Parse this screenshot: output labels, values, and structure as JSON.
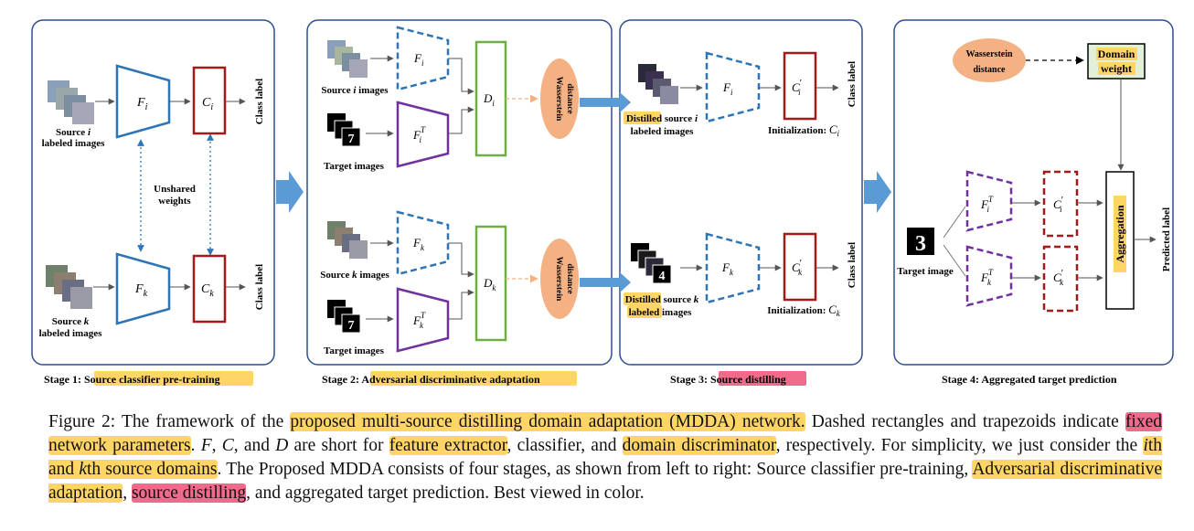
{
  "colors": {
    "extractor_blue": "#2e75b6",
    "classifier_red": "#a31a1a",
    "target_purple": "#7030a0",
    "discriminator_green": "#70ad47",
    "wasserstein_orange": "#f4b183",
    "arrow_blue": "#5b9bd5",
    "highlight_yellow": "#ffd666",
    "highlight_pink": "#f06a8c",
    "domain_weight_fill": "#e2efd9"
  },
  "stage1": {
    "caption_prefix": "Stage 1: ",
    "caption_hl": "Source classifier pre-training",
    "src_i_line1": "Source ",
    "src_i_var": "i",
    "src_i_line2": "labeled images",
    "src_k_line1": "Source ",
    "src_k_var": "k",
    "src_k_line2": "labeled images",
    "unshared_line1": "Unshared",
    "unshared_line2": "weights",
    "class_label": "Class label",
    "F_i": "F",
    "F_i_sub": "i",
    "C_i": "C",
    "C_i_sub": "i",
    "F_k": "F",
    "F_k_sub": "k",
    "C_k": "C",
    "C_k_sub": "k"
  },
  "stage2": {
    "caption_prefix": "Stage 2: ",
    "caption_hl": "Adversarial discriminative adaptation",
    "src_i_images": "Source ",
    "src_i_var": "i",
    "src_i_tail": " images",
    "src_k_images": "Source ",
    "src_k_var": "k",
    "src_k_tail": " images",
    "target_images_1": "Target images",
    "target_images_2": "Target images",
    "wasserstein_1a": "Wasserstein",
    "wasserstein_1b": "distance",
    "wasserstein_2a": "Wasserstein",
    "wasserstein_2b": "distance",
    "D_i": "D",
    "D_i_sub": "i",
    "D_k": "D",
    "D_k_sub": "k",
    "FiT": "F",
    "FiT_sub": "i",
    "FiT_sup": "T",
    "FkT": "F",
    "FkT_sub": "k",
    "FkT_sup": "T",
    "F_i": "F",
    "F_i_sub": "i",
    "F_k": "F",
    "F_k_sub": "k"
  },
  "stage3": {
    "caption_prefix": "Stage 3: ",
    "caption_hl": "Source distilling",
    "distilled_i_hl": "Distilled",
    "distilled_i_rest": " source ",
    "distilled_i_var": "i",
    "distilled_i_line2": "labeled images",
    "distilled_k_hl": "Distilled",
    "distilled_k_rest": " source ",
    "distilled_k_var": "k",
    "distilled_k_line2_hl": "labeled",
    "distilled_k_line2_rest": " images",
    "init_i": "Initialization: ",
    "init_i_C": "C",
    "init_i_sub": "i",
    "init_k": "Initialization: ",
    "init_k_C": "C",
    "init_k_sub": "k",
    "class_label": "Class label",
    "Ci_prime": "C",
    "Ci_prime_sub": "i",
    "Ck_prime": "C",
    "Ck_prime_sub": "k",
    "prime": "′",
    "F_i": "F",
    "F_i_sub": "i",
    "F_k": "F",
    "F_k_sub": "k"
  },
  "stage4": {
    "caption": "Stage 4: Aggregated target prediction",
    "wasserstein_a": "Wasserstein",
    "wasserstein_b": "distance",
    "domain_weight_1": "Domain",
    "domain_weight_2": "weight",
    "aggregation": "Aggregation",
    "predicted_label": "Predicted label",
    "target_image": "Target image",
    "FiT": "F",
    "FiT_sub": "i",
    "FiT_sup": "T",
    "FkT": "F",
    "FkT_sub": "k",
    "FkT_sup": "T",
    "Ci_prime": "C",
    "Ci_prime_sub": "i",
    "Ck_prime": "C",
    "Ck_prime_sub": "k",
    "prime": "′"
  },
  "caption": {
    "p1": "Figure 2: The framework of the ",
    "h1": "proposed multi-source distilling domain adaptation (MDDA) network.",
    "p2": " Dashed rectangles and trapezoids indicate ",
    "h2": "fixed",
    "p3": " ",
    "h3": "network parameters",
    "p4": ". ",
    "v1": "F",
    "p5": ", ",
    "v2": "C",
    "p6": ", and ",
    "v3": "D",
    "p7": " are short for ",
    "h4": "feature extractor",
    "p8": ", classifier, and ",
    "h5": "domain discriminator",
    "p9": ", respectively. For simplicity, we just consider the ",
    "h6a": "i",
    "h6b": "th and ",
    "h6c": "k",
    "h6d": "th source domains",
    "p10": ". The Proposed MDDA consists of four stages, as shown from left to right: Source classifier pre-training, ",
    "h7": "Adversarial discriminative adaptation",
    "p11": ", ",
    "h8": "source distilling",
    "p12": ", and aggregated target prediction. Best viewed in color."
  }
}
